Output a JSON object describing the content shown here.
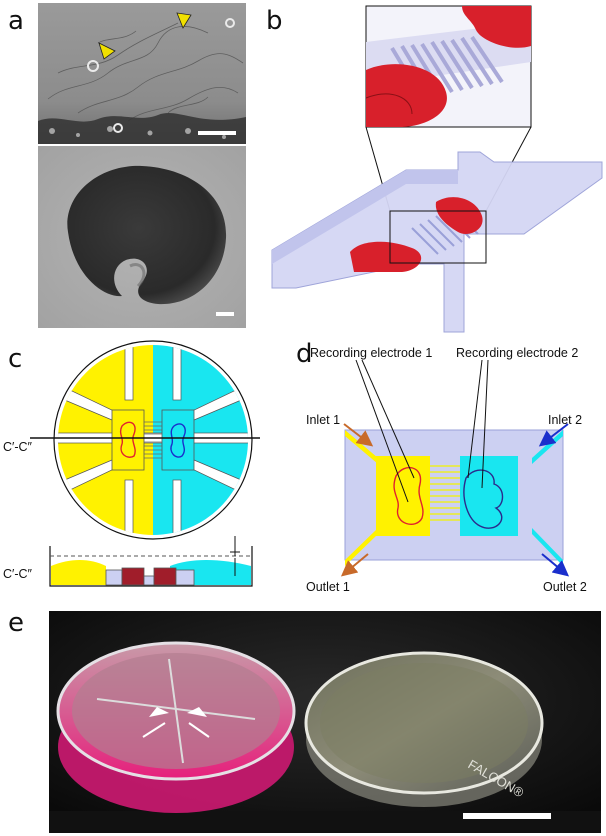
{
  "figure": {
    "panels": {
      "a": {
        "letter": "a"
      },
      "b": {
        "letter": "b"
      },
      "c": {
        "letter": "c",
        "section_label_top": "C′-C″",
        "section_label_bottom": "C′-C″"
      },
      "d": {
        "letter": "d",
        "recording_electrode_1": "Recording electrode 1",
        "recording_electrode_2": "Recording electrode 2",
        "inlet_1": "Inlet 1",
        "inlet_2": "Inlet 2",
        "outlet_1": "Outlet 1",
        "outlet_2": "Outlet 2"
      },
      "e": {
        "letter": "e",
        "dish_text": "FALCON®"
      }
    },
    "colors": {
      "yellow": "#fff200",
      "cyan": "#19e6f0",
      "red": "#e0232e",
      "device_lavender": "#ccd0f2",
      "device_edge": "#9aa0d8",
      "inlet_arrow": "#c86a2a",
      "outlet2_arrow": "#1a2fcc"
    }
  }
}
